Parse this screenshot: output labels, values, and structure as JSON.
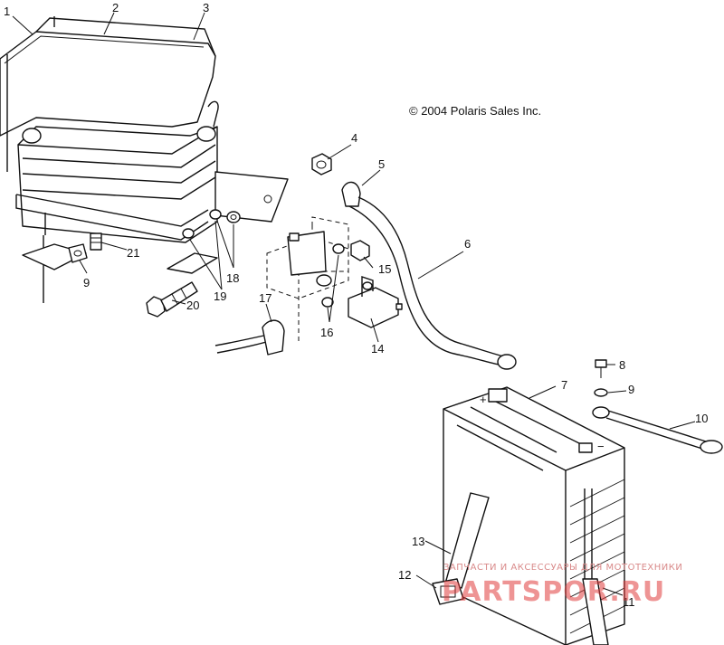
{
  "copyright": "© 2004 Polaris Sales Inc.",
  "labels": {
    "n1": "1",
    "n2": "2",
    "n3": "3",
    "n4": "4",
    "n5": "5",
    "n6": "6",
    "n7": "7",
    "n8": "8",
    "n9a": "9",
    "n9b": "9",
    "n10": "10",
    "n11": "11",
    "n12": "12",
    "n13": "13",
    "n14": "14",
    "n15": "15",
    "n16": "16",
    "n17": "17",
    "n18": "18",
    "n19": "19",
    "n20": "20",
    "n21": "21"
  },
  "battery_marks": {
    "plus": "+",
    "minus": "−"
  },
  "watermark": {
    "tagline": "ЗАПЧАСТИ И АКСЕССУАРЫ ДЛЯ МОТОТЕХНИКИ",
    "brand": "PARTSPOR.RU"
  }
}
